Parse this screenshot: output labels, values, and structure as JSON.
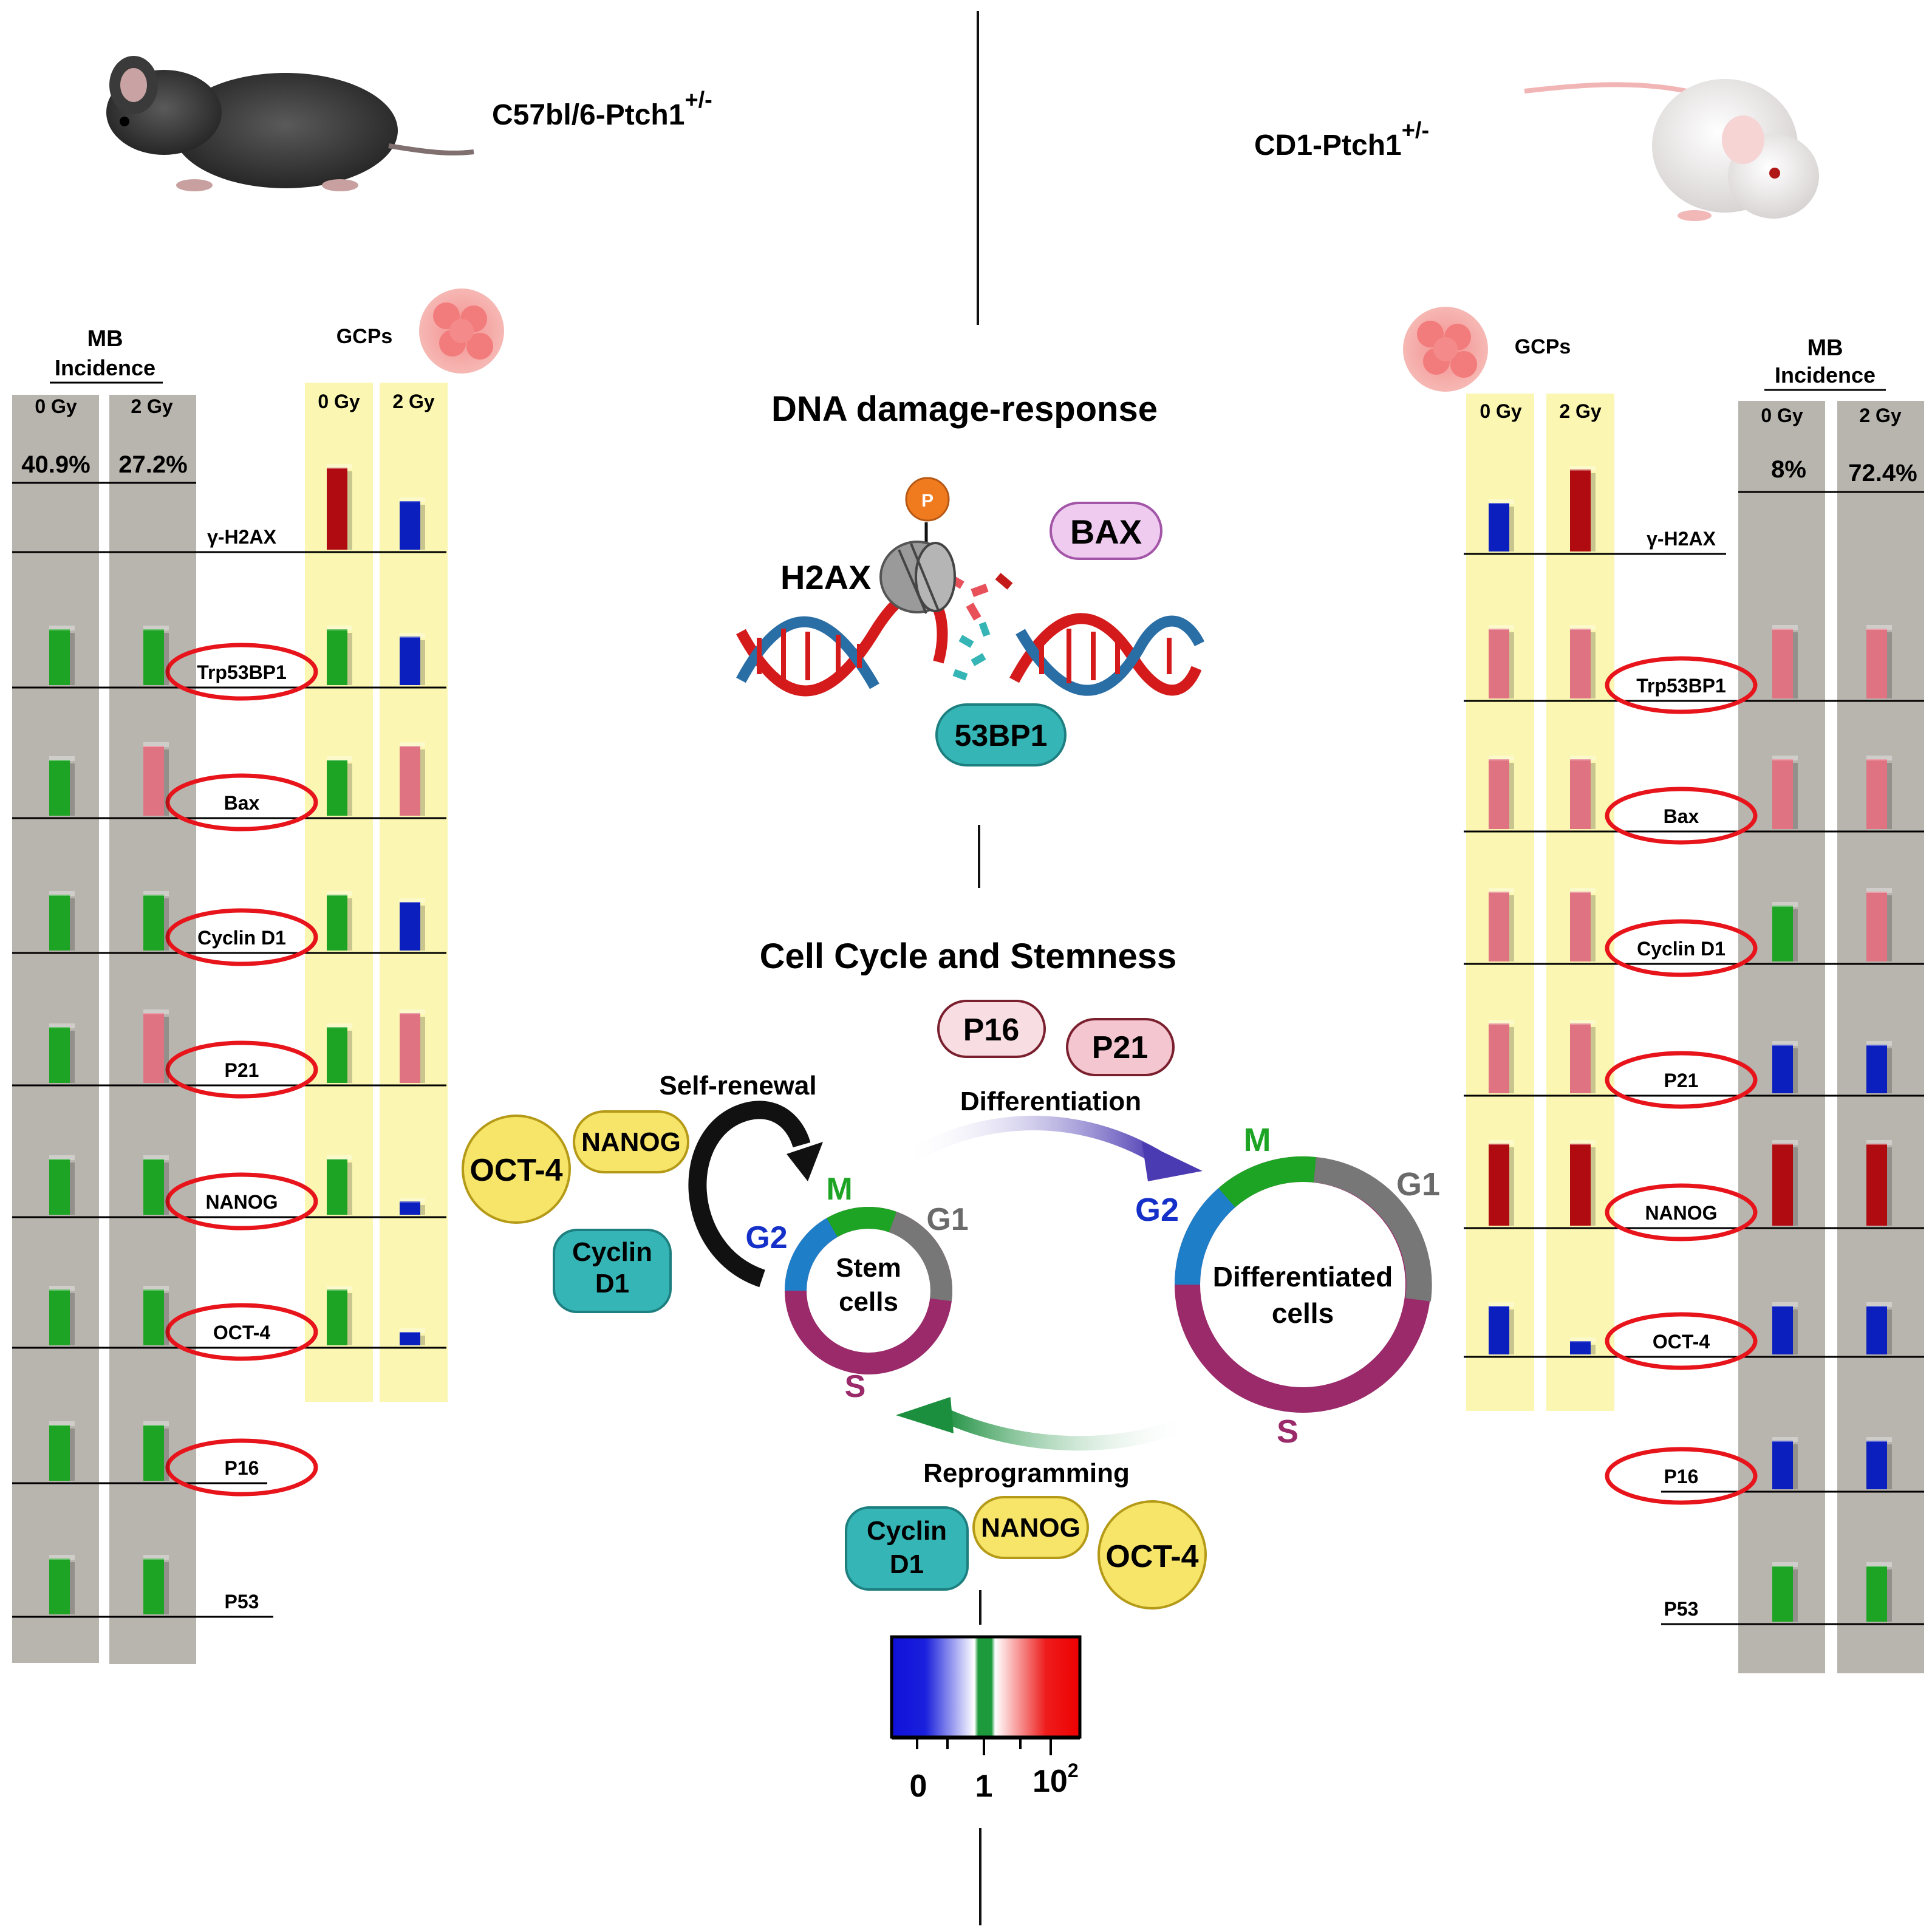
{
  "left_panel": {
    "strain": "C57bl/6-Ptch1",
    "strain_sup": "+/-",
    "mb_title": "MB",
    "mb_subtitle": "Incidence",
    "gcps_title": "GCPs",
    "mb_cols": [
      {
        "dose": "0 Gy",
        "incidence": "40.9%"
      },
      {
        "dose": "2 Gy",
        "incidence": "27.2%"
      }
    ],
    "gcp_cols": [
      {
        "dose": "0 Gy"
      },
      {
        "dose": "2 Gy"
      }
    ],
    "rows": [
      {
        "label": "γ-H2AX",
        "circled": false,
        "mb0": null,
        "mb2": null,
        "g0": "red",
        "g2": "blue"
      },
      {
        "label": "Trp53BP1",
        "circled": true,
        "mb0": "green",
        "mb2": "green",
        "g0": "green",
        "g2": "blue"
      },
      {
        "label": "Bax",
        "circled": true,
        "mb0": "green",
        "mb2": "pink",
        "g0": "green",
        "g2": "pink"
      },
      {
        "label": "Cyclin D1",
        "circled": true,
        "mb0": "green",
        "mb2": "green",
        "g0": "green",
        "g2": "blue"
      },
      {
        "label": "P21",
        "circled": true,
        "mb0": "green",
        "mb2": "pink",
        "g0": "green",
        "g2": "pink"
      },
      {
        "label": "NANOG",
        "circled": true,
        "mb0": "green",
        "mb2": "green",
        "g0": "green",
        "g2": "blue"
      },
      {
        "label": "OCT-4",
        "circled": true,
        "mb0": "green",
        "mb2": "green",
        "g0": "green",
        "g2": "blue"
      },
      {
        "label": "P16",
        "circled": true,
        "mb0": "green",
        "mb2": "green",
        "g0": null,
        "g2": null
      },
      {
        "label": "P53",
        "circled": false,
        "mb0": "green",
        "mb2": "green",
        "g0": null,
        "g2": null
      }
    ]
  },
  "right_panel": {
    "strain": "CD1-Ptch1",
    "strain_sup": "+/-",
    "mb_title": "MB",
    "mb_subtitle": "Incidence",
    "gcps_title": "GCPs",
    "mb_cols": [
      {
        "dose": "0 Gy",
        "incidence": "8%"
      },
      {
        "dose": "2 Gy",
        "incidence": "72.4%"
      }
    ],
    "gcp_cols": [
      {
        "dose": "0 Gy"
      },
      {
        "dose": "2 Gy"
      }
    ],
    "rows": [
      {
        "label": "γ-H2AX",
        "circled": false,
        "g0": "blue",
        "g2": "red",
        "mb0": null,
        "mb2": null
      },
      {
        "label": "Trp53BP1",
        "circled": true,
        "g0": "pink",
        "g2": "pink",
        "mb0": "pink",
        "mb2": "pink"
      },
      {
        "label": "Bax",
        "circled": true,
        "g0": "pink",
        "g2": "pink",
        "mb0": "pink",
        "mb2": "pink"
      },
      {
        "label": "Cyclin D1",
        "circled": true,
        "g0": "pink",
        "g2": "pink",
        "mb0": "green",
        "mb2": "pink"
      },
      {
        "label": "P21",
        "circled": true,
        "g0": "pink",
        "g2": "pink",
        "mb0": "blue",
        "mb2": "blue"
      },
      {
        "label": "NANOG",
        "circled": true,
        "g0": "red",
        "g2": "red",
        "mb0": "red",
        "mb2": "red"
      },
      {
        "label": "OCT-4",
        "circled": true,
        "g0": "blue",
        "g2": "blue",
        "mb0": "blue",
        "mb2": "blue"
      },
      {
        "label": "P16",
        "circled": true,
        "g0": null,
        "g2": null,
        "mb0": "blue",
        "mb2": "blue"
      },
      {
        "label": "P53",
        "circled": false,
        "g0": null,
        "g2": null,
        "mb0": "green",
        "mb2": "green"
      }
    ]
  },
  "center": {
    "ddr_title": "DNA damage-response",
    "h2ax": "H2AX",
    "phospho": "P",
    "bax": "BAX",
    "bp53": "53BP1",
    "ccs_title": "Cell Cycle and Stemness",
    "p16": "P16",
    "p21": "P21",
    "self_renewal": "Self-renewal",
    "differentiation": "Differentiation",
    "reprogramming": "Reprogramming",
    "oct4": "OCT-4",
    "nanog": "NANOG",
    "cyclin": "Cyclin",
    "cyclin_d1": "D1",
    "stem_line1": "Stem",
    "stem_line2": "cells",
    "diff_line1": "Differentiated",
    "diff_line2": "cells",
    "phase_m": "M",
    "phase_g1": "G1",
    "phase_g2": "G2",
    "phase_s": "S"
  },
  "scale": {
    "tick0": "0",
    "tick1": "1",
    "tick2_base": "10",
    "tick2_exp": "2"
  },
  "colors": {
    "red": "#b10b12",
    "pink": "#e07382",
    "green": "#1ea424",
    "blue": "#0b1fbf",
    "mb_column": "#b8b4ae",
    "gcp_column": "#fbf7b2",
    "circle_red": "#e8141b",
    "teal": "#36b5b6",
    "yellow_pill": "#f7e56a",
    "pink_pill": "#f4c6d0",
    "bax_pill": "#eecbef"
  }
}
